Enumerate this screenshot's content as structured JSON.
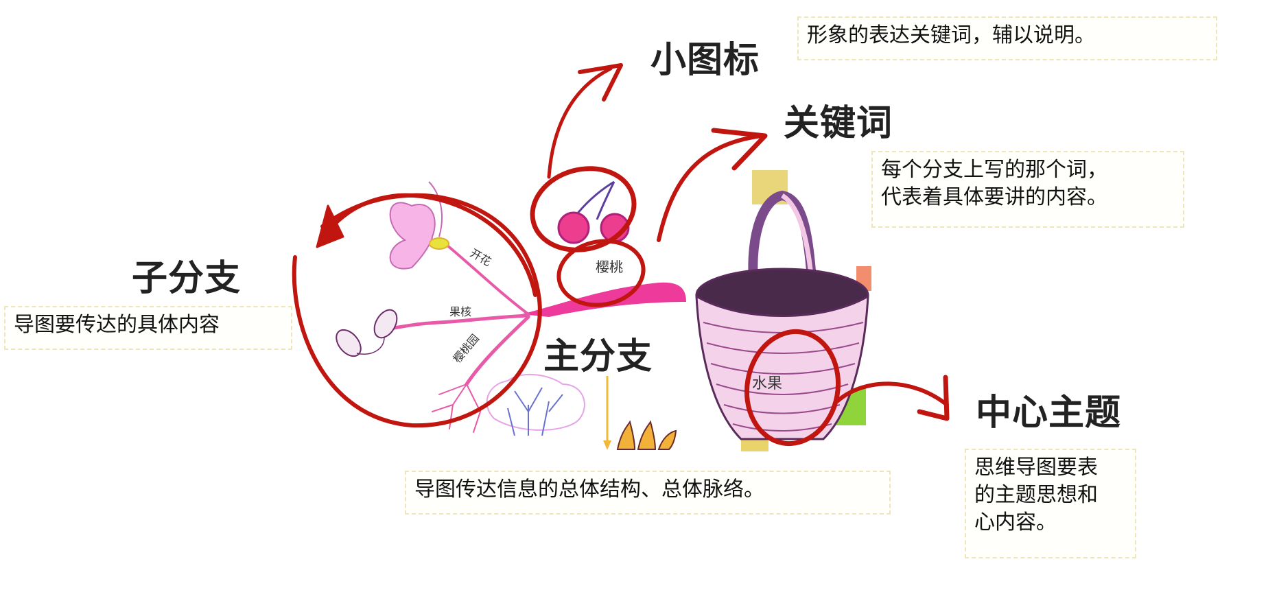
{
  "diagram": {
    "type": "mind-map-anatomy",
    "colors": {
      "annotation_red": "#c0160f",
      "branch_pink": "#ee3a9a",
      "note_border": "#ece6b8",
      "heading_text": "#222222"
    },
    "callouts": [
      {
        "id": "icon",
        "title": "小图标",
        "description_lines": [
          "形象的表达关键词，辅以说明。"
        ]
      },
      {
        "id": "keyword",
        "title": "关键词",
        "description_lines": [
          "每个分支上写的那个词，",
          "代表着具体要讲的内容。"
        ]
      },
      {
        "id": "sub_branch",
        "title": "子分支",
        "description_lines": [
          "导图要传达的具体内容"
        ]
      },
      {
        "id": "main_branch",
        "title": "主分支",
        "description_lines": [
          "导图传达信息的总体结构、总体脉络。"
        ]
      },
      {
        "id": "central_topic",
        "title": "中心主题",
        "description_lines": [
          "思维导图要表",
          "的主题思想和",
          "心内容。"
        ]
      }
    ],
    "illustration_labels": {
      "central": "水果",
      "main_branch_word": "樱桃",
      "sub_branches": [
        "开花",
        "果核",
        "樱桃园"
      ]
    }
  }
}
